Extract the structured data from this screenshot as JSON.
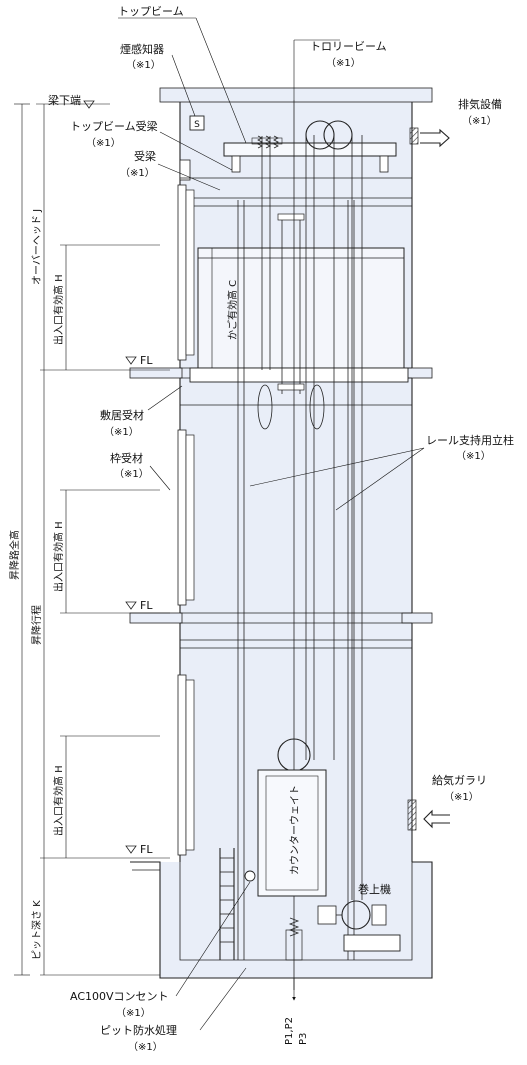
{
  "labels": {
    "top_beam": "トップビーム",
    "smoke_detector": "煙感知器",
    "smoke_detector_note": "（※1）",
    "smoke_icon": "S",
    "trolley_beam": "トロリービーム",
    "trolley_beam_note": "（※1）",
    "beam_bottom": "梁下端",
    "exhaust": "排気設備",
    "exhaust_note": "（※1）",
    "top_beam_support": "トップビーム受梁",
    "top_beam_support_note": "（※1）",
    "support_beam": "受梁",
    "support_beam_note": "（※1）",
    "sill_support": "敷居受材",
    "sill_support_note": "（※1）",
    "frame_support": "枠受材",
    "frame_support_note": "（※1）",
    "rail_post": "レール支持用立柱",
    "rail_post_note": "（※1）",
    "intake": "給気ガラリ",
    "intake_note": "（※1）",
    "hoist": "巻上機",
    "ac_outlet": "AC100Vコンセント",
    "ac_outlet_note": "（※1）",
    "pit_waterproof": "ピット防水処理",
    "pit_waterproof_note": "（※1）",
    "p12": "P1,P2",
    "p3": "P3",
    "fl": "FL"
  },
  "dimensions": {
    "overhead": "オーバーヘッド J",
    "entrance_height": "出入口有効高 H",
    "car_height": "かご有効高 C",
    "shaft_total": "昇降路全高",
    "travel": "昇降行程",
    "pit_depth": "ピット深さ K",
    "counterweight": "カウンターウェイト"
  }
}
